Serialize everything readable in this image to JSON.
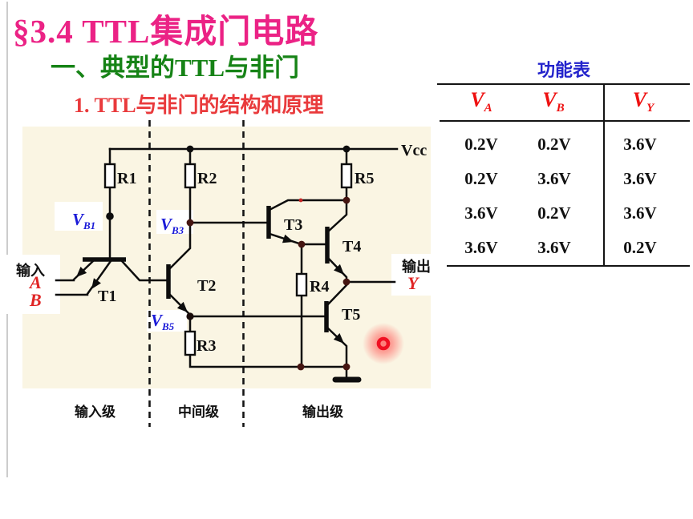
{
  "title": {
    "text": "§3.4  TTL集成门电路",
    "color": "#EB2285"
  },
  "subtitle": {
    "text": "一、典型的TTL与非门",
    "color": "#168316"
  },
  "subsubtitle": {
    "text": "1. TTL与非门的结构和原理",
    "color": "#E93A3C"
  },
  "circuit": {
    "vcc_label": "Vcc",
    "resistors": {
      "r1": "R1",
      "r2": "R2",
      "r3": "R3",
      "r4": "R4",
      "r5": "R5"
    },
    "transistors": {
      "t1": "T1",
      "t2": "T2",
      "t3": "T3",
      "t4": "T4",
      "t5": "T5"
    },
    "node_labels": {
      "vb1": {
        "main": "V",
        "sub": "B1"
      },
      "vb3": {
        "main": "V",
        "sub": "B3"
      },
      "vb5": {
        "main": "V",
        "sub": "B5"
      }
    },
    "input_label": "输入",
    "output_label": "输出",
    "input_a": "A",
    "input_b": "B",
    "output_y": "Y",
    "stages": {
      "input": "输入级",
      "middle": "中间级",
      "output": "输出级"
    },
    "colors": {
      "wire": "#0d0d0d",
      "cream_bg": "#FAF5E3",
      "node_label_blue": "#1b1bd8",
      "io_red": "#e02424",
      "junction_maroon": "#451511",
      "laser_red": "#f01022"
    }
  },
  "function_table": {
    "title": "功能表",
    "title_color": "#2323cc",
    "header_color": "#ee1111",
    "headers": [
      {
        "main": "V",
        "sub": "A"
      },
      {
        "main": "V",
        "sub": "B"
      },
      {
        "main": "V",
        "sub": "Y"
      }
    ],
    "rows": [
      [
        "0.2V",
        "0.2V",
        "3.6V"
      ],
      [
        "0.2V",
        "3.6V",
        "3.6V"
      ],
      [
        "3.6V",
        "0.2V",
        "3.6V"
      ],
      [
        "3.6V",
        "3.6V",
        "0.2V"
      ]
    ]
  }
}
